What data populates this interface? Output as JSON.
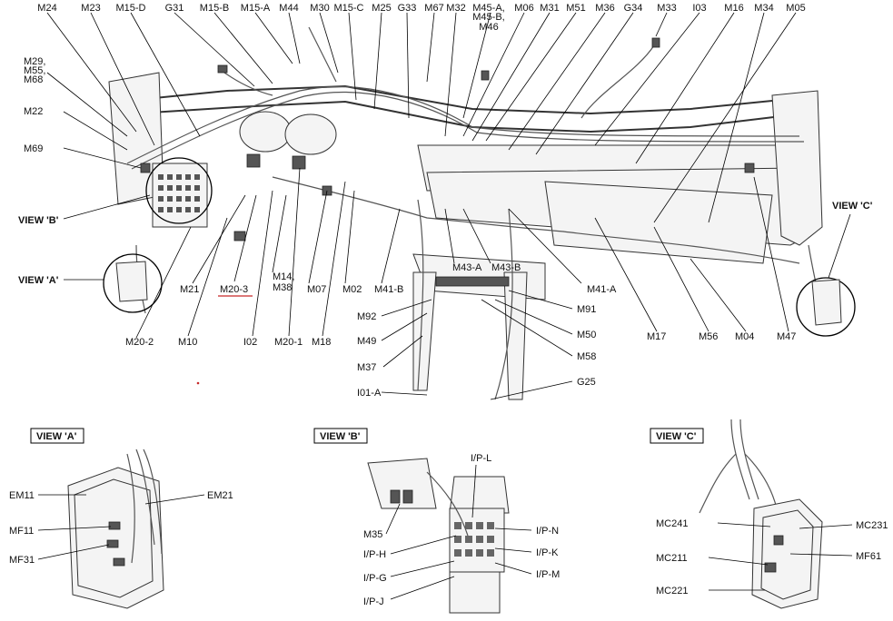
{
  "top_labels": [
    "M24",
    "M23",
    "M15-D",
    "G31",
    "M15-B",
    "M15-A",
    "M44",
    "M30",
    "M15-C",
    "M25",
    "G33",
    "M67",
    "M32",
    "M45-A,",
    "M45-B,",
    "M46",
    "M06",
    "M31",
    "M51",
    "M36",
    "G34",
    "M33",
    "I03",
    "M16",
    "M34",
    "M05"
  ],
  "left_labels": [
    "M29,",
    "M55,",
    "M68",
    "M22",
    "M69"
  ],
  "view_callouts": {
    "b": "VIEW 'B'",
    "a": "VIEW 'A'",
    "c": "VIEW 'C'"
  },
  "bottom_labels": [
    "M21",
    "M20-3",
    "M14,",
    "M38",
    "M07",
    "M02",
    "M41-B",
    "M43-A",
    "M43-B",
    "M41-A",
    "M20-2",
    "M10",
    "I02",
    "M20-1",
    "M18",
    "M92",
    "M49",
    "M37",
    "I01-A",
    "M91",
    "M50",
    "M58",
    "G25",
    "M17",
    "M56",
    "M04",
    "M47"
  ],
  "view_a": {
    "title": "VIEW 'A'",
    "labels": [
      "EM11",
      "EM21",
      "MF11",
      "MF31"
    ]
  },
  "view_b": {
    "title": "VIEW 'B'",
    "labels": [
      "I/P-L",
      "M35",
      "I/P-N",
      "I/P-H",
      "I/P-K",
      "I/P-G",
      "I/P-M",
      "I/P-J"
    ]
  },
  "view_c": {
    "title": "VIEW 'C'",
    "labels": [
      "MC241",
      "MC231",
      "MC211",
      "MF61",
      "MC221"
    ]
  }
}
